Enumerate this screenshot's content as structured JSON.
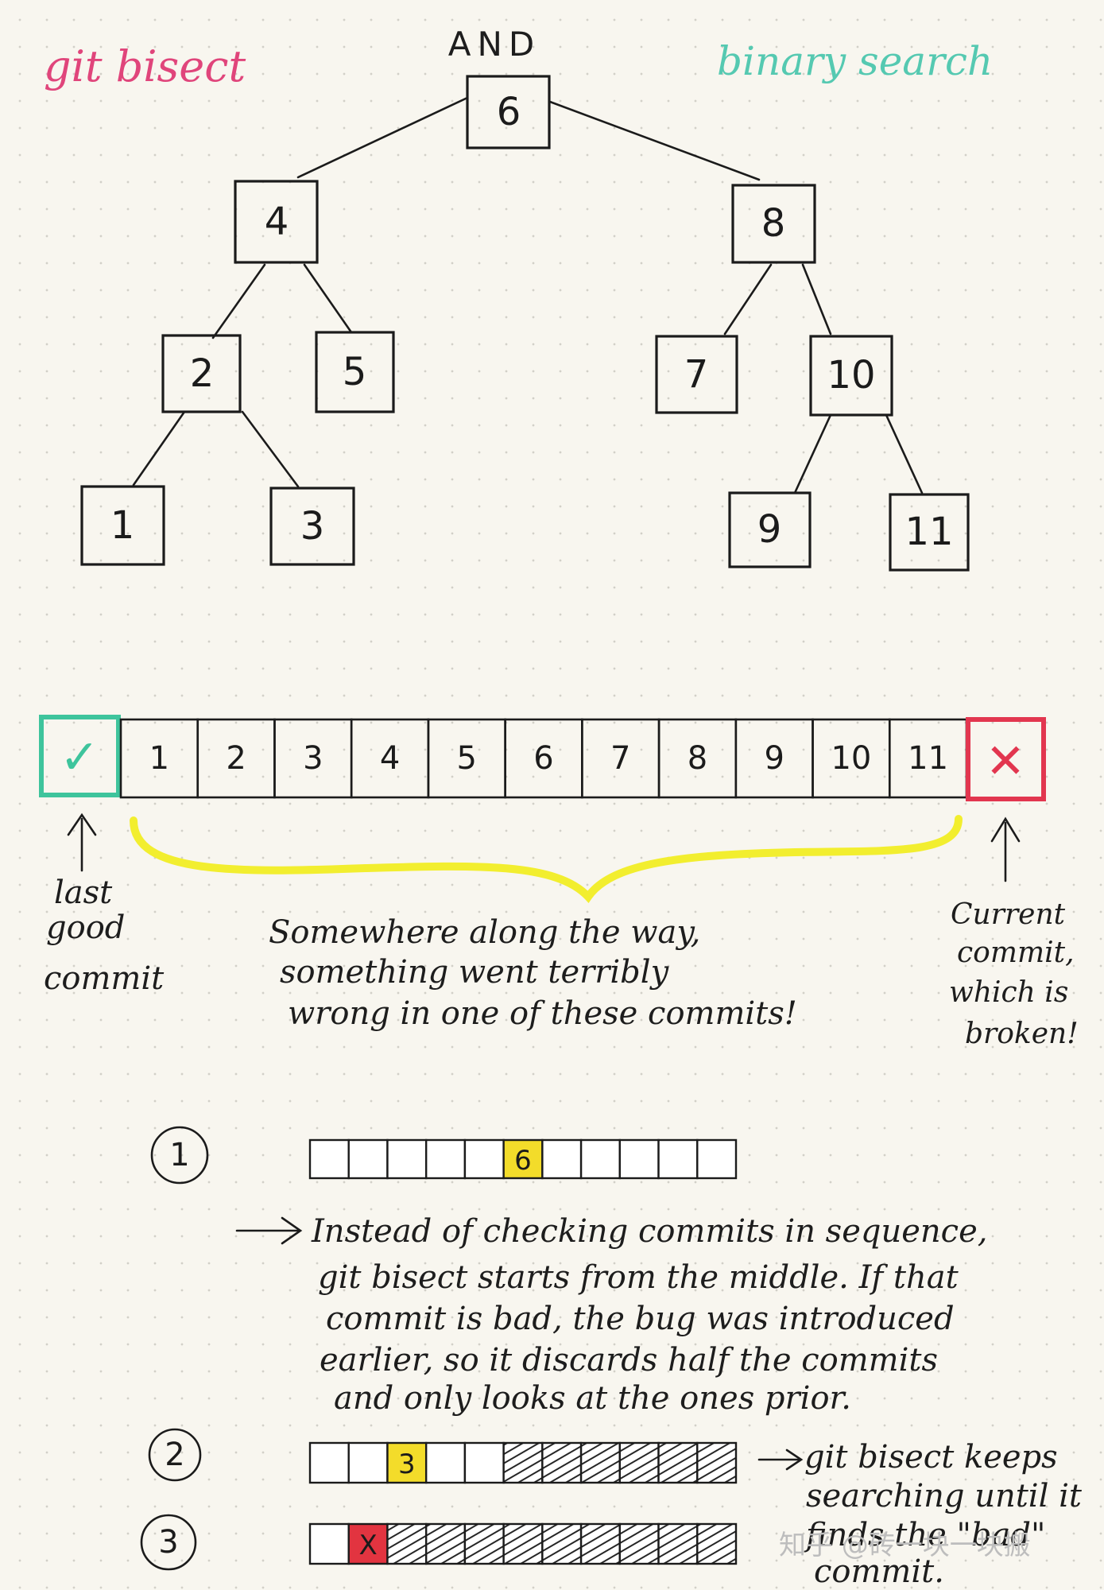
{
  "header": {
    "left_title": "git bisect",
    "center_title": "AND",
    "right_title": "binary search"
  },
  "tree": {
    "nodes": [
      "6",
      "4",
      "8",
      "2",
      "5",
      "7",
      "10",
      "1",
      "3",
      "9",
      "11"
    ]
  },
  "commits": {
    "good_symbol": "✓",
    "bad_symbol": "✕",
    "cells": [
      "1",
      "2",
      "3",
      "4",
      "5",
      "6",
      "7",
      "8",
      "9",
      "10",
      "11"
    ],
    "colors": {
      "good": "#3ec49c",
      "bad": "#e2364f",
      "brace": "#f2ee2f"
    }
  },
  "annotations": {
    "last_good": [
      "last",
      "good",
      "commit"
    ],
    "middle": [
      "Somewhere along the way,",
      "something went terribly",
      "wrong in one of these commits!"
    ],
    "current": [
      "Current",
      "commit,",
      "which is",
      "broken!"
    ]
  },
  "steps": {
    "step1": {
      "label": "1",
      "highlight": "6",
      "highlight_color": "#f3dc2a"
    },
    "step2": {
      "label": "2",
      "highlight": "3",
      "highlight_color": "#f3dc2a"
    },
    "step3": {
      "label": "3",
      "highlight": "X",
      "highlight_color": "#e23440"
    }
  },
  "explanation": [
    "Instead of checking commits in sequence,",
    "git bisect starts from the middle. If that",
    "commit is bad, the bug was introduced",
    "earlier, so it discards half the commits",
    "and only looks at the ones prior."
  ],
  "keeps": [
    "git bisect keeps",
    "searching until it",
    "finds the \"bad\"",
    "commit."
  ],
  "watermark": "知乎 @砖一块一块搬"
}
